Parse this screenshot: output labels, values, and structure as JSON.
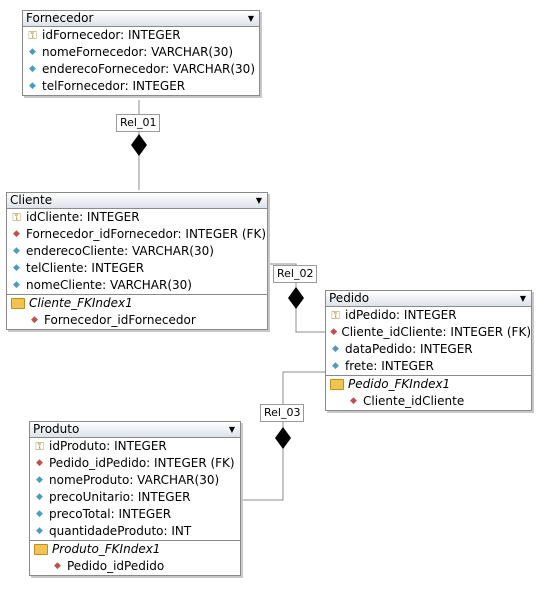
{
  "entities": {
    "fornecedor": {
      "name": "Fornecedor",
      "attributes": [
        {
          "text": "idFornecedor: INTEGER",
          "kind": "pk"
        },
        {
          "text": "nomeFornecedor: VARCHAR(30)",
          "kind": "attr"
        },
        {
          "text": "enderecoFornecedor: VARCHAR(30)",
          "kind": "attr"
        },
        {
          "text": "telFornecedor: INTEGER",
          "kind": "attr"
        }
      ]
    },
    "cliente": {
      "name": "Cliente",
      "attributes": [
        {
          "text": "idCliente: INTEGER",
          "kind": "pk"
        },
        {
          "text": "Fornecedor_idFornecedor: INTEGER (FK)",
          "kind": "fk"
        },
        {
          "text": "enderecoCliente: VARCHAR(30)",
          "kind": "attr"
        },
        {
          "text": "telCliente: INTEGER",
          "kind": "attr"
        },
        {
          "text": "nomeCliente: VARCHAR(30)",
          "kind": "attr"
        }
      ],
      "index_name": "Cliente_FKIndex1",
      "index_column": "Fornecedor_idFornecedor"
    },
    "pedido": {
      "name": "Pedido",
      "attributes": [
        {
          "text": "idPedido: INTEGER",
          "kind": "pk"
        },
        {
          "text": "Cliente_idCliente: INTEGER (FK)",
          "kind": "fk"
        },
        {
          "text": "dataPedido: INTEGER",
          "kind": "attr"
        },
        {
          "text": "frete: INTEGER",
          "kind": "attr"
        }
      ],
      "index_name": "Pedido_FKIndex1",
      "index_column": "Cliente_idCliente"
    },
    "produto": {
      "name": "Produto",
      "attributes": [
        {
          "text": "idProduto: INTEGER",
          "kind": "pk"
        },
        {
          "text": "Pedido_idPedido: INTEGER (FK)",
          "kind": "fk"
        },
        {
          "text": "nomeProduto: VARCHAR(30)",
          "kind": "attr"
        },
        {
          "text": "precoUnitario: INTEGER",
          "kind": "attr"
        },
        {
          "text": "precoTotal: INTEGER",
          "kind": "attr"
        },
        {
          "text": "quantidadeProduto: INT",
          "kind": "attr"
        }
      ],
      "index_name": "Produto_FKIndex1",
      "index_column": "Pedido_idPedido"
    }
  },
  "relationships": {
    "rel_01": "Rel_01",
    "rel_02": "Rel_02",
    "rel_03": "Rel_03"
  },
  "icons": {
    "entity_menu": "chevron-down-icon",
    "primary_key": "key-icon",
    "attribute": "attribute-diamond-icon",
    "foreign_key": "foreign-key-diamond-icon",
    "index": "index-folder-icon",
    "relationship_end": "diamond-icon"
  },
  "colors": {
    "attribute_icon": "#4a9dbd",
    "foreign_key_icon": "#c0504d",
    "key_icon": "#a08a30",
    "index_icon": "#f2c34e",
    "line": "#8c8c8c"
  }
}
